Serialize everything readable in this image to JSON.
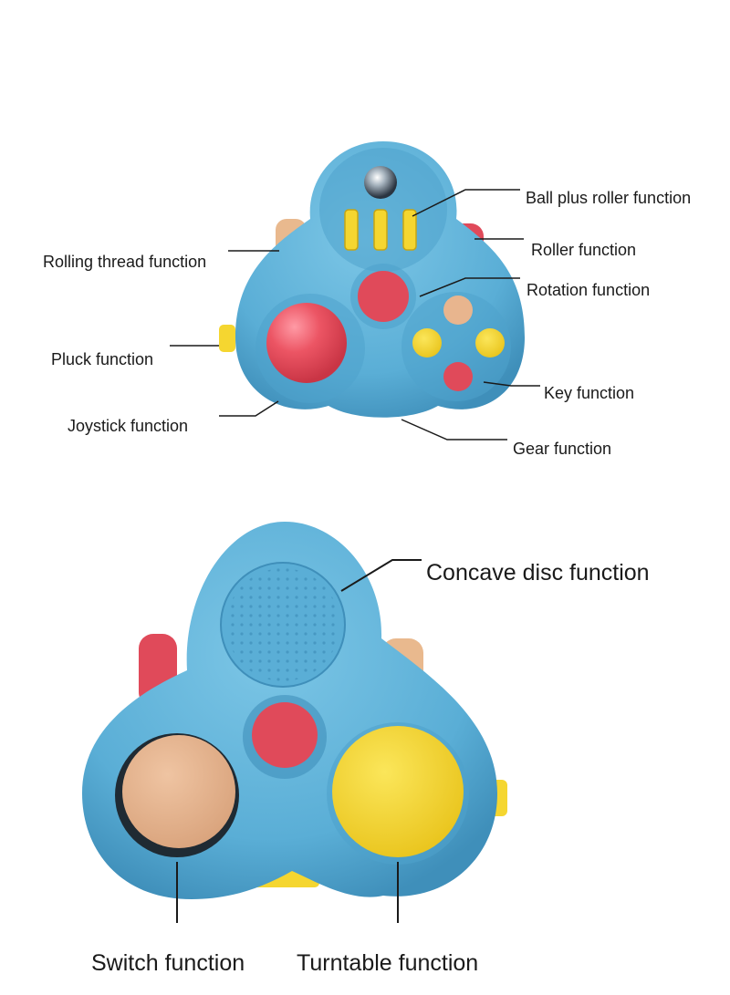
{
  "top_labels": {
    "ball_plus_roller": "Ball plus roller function",
    "roller": "Roller function",
    "rolling_thread": "Rolling thread function",
    "rotation": "Rotation function",
    "pluck": "Pluck function",
    "key": "Key function",
    "joystick": "Joystick function",
    "gear": "Gear function"
  },
  "bottom_labels": {
    "concave_disc": "Concave disc function",
    "switch": "Switch function",
    "turntable": "Turntable function"
  },
  "colors": {
    "toy_body": "#5fb3d9",
    "toy_dark": "#3e8fb8",
    "red_button": "#e04a5a",
    "yellow": "#f5d630",
    "peach": "#e8b58e",
    "thread": "#e9b98e"
  }
}
